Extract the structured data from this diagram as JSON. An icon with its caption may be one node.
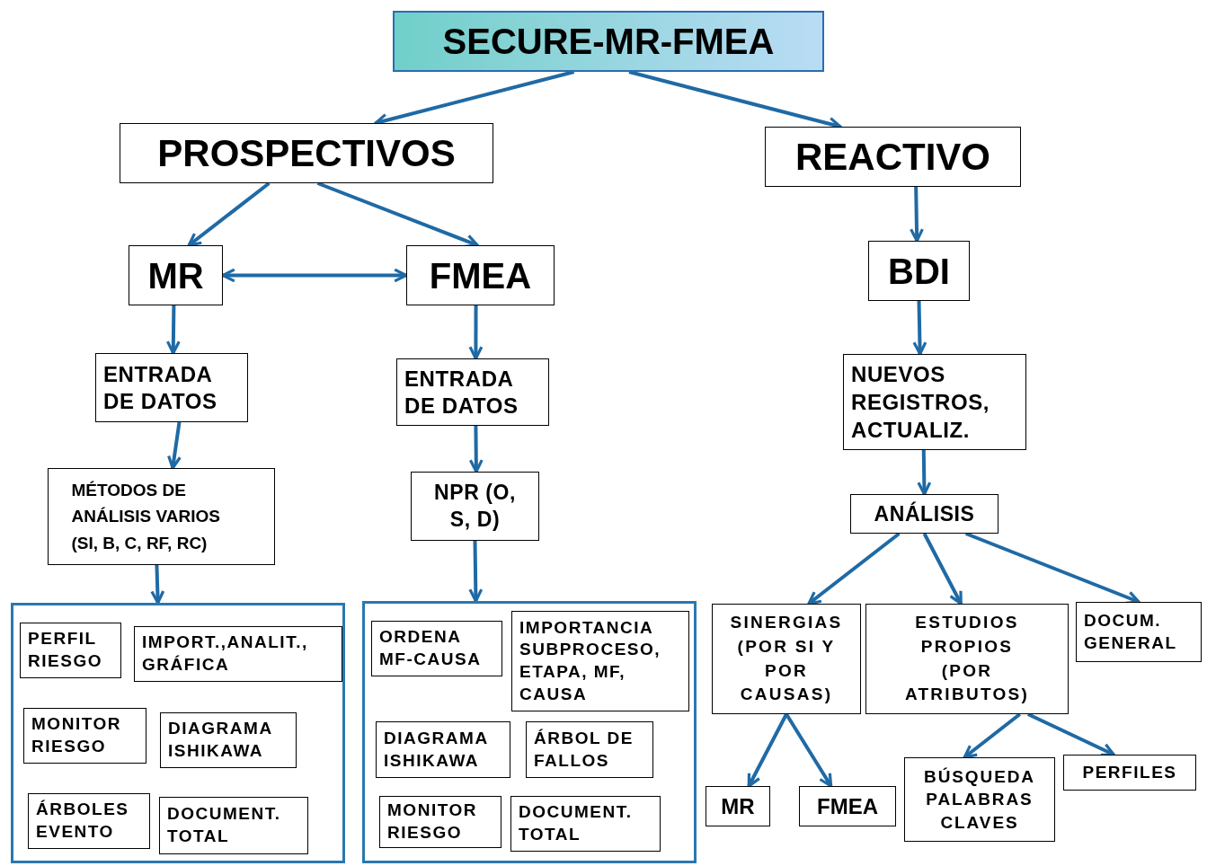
{
  "diagram": {
    "nodes": [
      {
        "text": [
          "SECURE-MR-FMEA"
        ]
      },
      {
        "text": [
          "PROSPECTIVOS"
        ]
      },
      {
        "text": [
          "REACTIVO"
        ]
      },
      {
        "text": [
          "MR"
        ]
      },
      {
        "text": [
          "FMEA"
        ]
      },
      {
        "text": [
          "ENTRADA DE DATOS"
        ]
      },
      {
        "text": [
          "MÉTODOS DE ANÁLISIS VARIOS (SI, B, C, RF, RC)"
        ]
      },
      {
        "text": [],
        "shape": "box"
      },
      {
        "text": [
          "PERFIL RIESGO"
        ],
        "in": 7
      },
      {
        "text": [
          "IMPORT.,ANALIT., GRÁFICA"
        ],
        "in": 7
      },
      {
        "text": [
          "MONITOR RIESGO"
        ],
        "in": 7
      },
      {
        "text": [
          "DIAGRAMA ISHIKAWA"
        ],
        "in": 7
      },
      {
        "text": [
          "ÁRBOLES EVENTO"
        ],
        "in": 7
      },
      {
        "text": [
          "DOCUMENT. TOTAL"
        ],
        "in": 7
      },
      {
        "text": [
          "ENTRADA DE DATOS"
        ]
      },
      {
        "text": [
          "NPR (O, S, D)"
        ]
      },
      {
        "text": [],
        "shape": "box"
      },
      {
        "text": [
          "ORDENA MF-CAUSA"
        ],
        "in": 16
      },
      {
        "text": [
          "IMPORTANCIA SUBPROCESO, ETAPA, MF, CAUSA"
        ],
        "in": 16
      },
      {
        "text": [
          "DIAGRAMA ISHIKAWA"
        ],
        "in": 16
      },
      {
        "text": [
          "ÁRBOL DE FALLOS"
        ],
        "in": 16
      },
      {
        "text": [
          "MONITOR RIESGO"
        ],
        "in": 16
      },
      {
        "text": [
          "DOCUMENT. TOTAL"
        ],
        "in": 16
      },
      {
        "text": [
          "BDI"
        ]
      },
      {
        "text": [
          "NUEVOS REGISTROS, ACTUALIZ."
        ]
      },
      {
        "text": [
          "ANÁLISIS"
        ]
      },
      {
        "text": [
          "SINERGIAS (POR SI Y POR CAUSAS)"
        ]
      },
      {
        "text": [
          "ESTUDIOS PROPIOS (POR ATRIBUTOS)"
        ]
      },
      {
        "text": [
          "DOCUM. GENERAL"
        ]
      },
      {
        "text": [
          "MR"
        ]
      },
      {
        "text": [
          "FMEA"
        ]
      },
      {
        "text": [
          "BÚSQUEDA PALABRAS CLAVES"
        ]
      },
      {
        "text": [
          "PERFILES"
        ]
      }
    ],
    "edges": [
      {
        "from": 0,
        "to": 1,
        "arrow": "to"
      },
      {
        "from": 0,
        "to": 2,
        "arrow": "to"
      },
      {
        "from": 1,
        "to": 3,
        "arrow": "to"
      },
      {
        "from": 1,
        "to": 4,
        "arrow": "to"
      },
      {
        "from": 3,
        "to": 4,
        "arrow": "both"
      },
      {
        "from": 3,
        "to": 5,
        "arrow": "to"
      },
      {
        "from": 5,
        "to": 6,
        "arrow": "to"
      },
      {
        "from": 6,
        "to": 7,
        "arrow": "to"
      },
      {
        "from": 4,
        "to": 14,
        "arrow": "to"
      },
      {
        "from": 14,
        "to": 15,
        "arrow": "to"
      },
      {
        "from": 15,
        "to": 16,
        "arrow": "to"
      },
      {
        "from": 2,
        "to": 23,
        "arrow": "to"
      },
      {
        "from": 23,
        "to": 24,
        "arrow": "to"
      },
      {
        "from": 24,
        "to": 25,
        "arrow": "to"
      },
      {
        "from": 25,
        "to": 26,
        "arrow": "to"
      },
      {
        "from": 25,
        "to": 27,
        "arrow": "to"
      },
      {
        "from": 25,
        "to": 28,
        "arrow": "to"
      },
      {
        "from": 26,
        "to": 29,
        "arrow": "to"
      },
      {
        "from": 26,
        "to": 30,
        "arrow": "to"
      },
      {
        "from": 27,
        "to": 31,
        "arrow": "to"
      },
      {
        "from": 27,
        "to": 32,
        "arrow": "to"
      }
    ]
  }
}
